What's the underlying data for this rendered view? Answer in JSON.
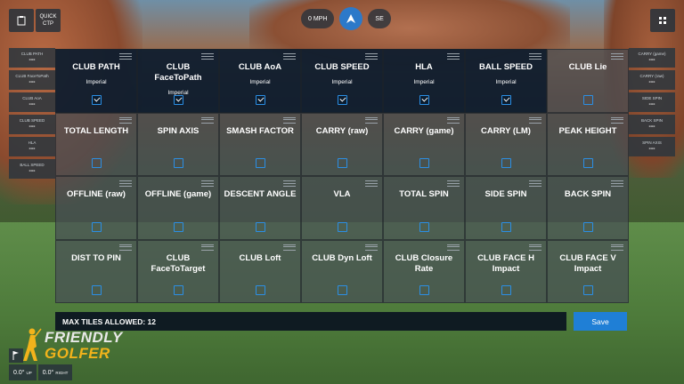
{
  "top": {
    "quick_ctp": "QUICK CTP",
    "wind_speed": "0 MPH",
    "wind_direction": "SE"
  },
  "left_panel": [
    {
      "label": "CLUB PATH",
      "value": "---"
    },
    {
      "label": "CLUB FaceToPath",
      "value": "---"
    },
    {
      "label": "CLUB AoA",
      "value": "---"
    },
    {
      "label": "CLUB SPEED",
      "value": "---"
    },
    {
      "label": "HLA",
      "value": "---"
    },
    {
      "label": "BALL SPEED",
      "value": "---"
    }
  ],
  "right_panel": [
    {
      "label": "CARRY (game)",
      "value": "---"
    },
    {
      "label": "CARRY (raw)",
      "value": "---"
    },
    {
      "label": "SIDE SPIN",
      "value": "---"
    },
    {
      "label": "BACK SPIN",
      "value": "---"
    },
    {
      "label": "SPIN AXIS",
      "value": "---"
    }
  ],
  "tiles": [
    {
      "title": "CLUB PATH",
      "unit": "Imperial",
      "checked": true
    },
    {
      "title": "CLUB FaceToPath",
      "unit": "Imperial",
      "checked": true
    },
    {
      "title": "CLUB AoA",
      "unit": "Imperial",
      "checked": true
    },
    {
      "title": "CLUB SPEED",
      "unit": "Imperial",
      "checked": true
    },
    {
      "title": "HLA",
      "unit": "Imperial",
      "checked": true
    },
    {
      "title": "BALL SPEED",
      "unit": "Imperial",
      "checked": true
    },
    {
      "title": "CLUB Lie",
      "unit": "",
      "checked": false
    },
    {
      "title": "TOTAL LENGTH",
      "unit": "",
      "checked": false
    },
    {
      "title": "SPIN AXIS",
      "unit": "",
      "checked": false
    },
    {
      "title": "SMASH FACTOR",
      "unit": "",
      "checked": false
    },
    {
      "title": "CARRY (raw)",
      "unit": "",
      "checked": false
    },
    {
      "title": "CARRY (game)",
      "unit": "",
      "checked": false
    },
    {
      "title": "CARRY (LM)",
      "unit": "",
      "checked": false
    },
    {
      "title": "PEAK HEIGHT",
      "unit": "",
      "checked": false
    },
    {
      "title": "OFFLINE (raw)",
      "unit": "",
      "checked": false
    },
    {
      "title": "OFFLINE (game)",
      "unit": "",
      "checked": false
    },
    {
      "title": "DESCENT ANGLE",
      "unit": "",
      "checked": false
    },
    {
      "title": "VLA",
      "unit": "",
      "checked": false
    },
    {
      "title": "TOTAL SPIN",
      "unit": "",
      "checked": false
    },
    {
      "title": "SIDE SPIN",
      "unit": "",
      "checked": false
    },
    {
      "title": "BACK SPIN",
      "unit": "",
      "checked": false
    },
    {
      "title": "DIST TO PIN",
      "unit": "",
      "checked": false
    },
    {
      "title": "CLUB FaceToTarget",
      "unit": "",
      "checked": false
    },
    {
      "title": "CLUB Loft",
      "unit": "",
      "checked": false
    },
    {
      "title": "CLUB Dyn Loft",
      "unit": "",
      "checked": false
    },
    {
      "title": "CLUB Closure Rate",
      "unit": "",
      "checked": false
    },
    {
      "title": "CLUB FACE H Impact",
      "unit": "",
      "checked": false
    },
    {
      "title": "CLUB FACE V Impact",
      "unit": "",
      "checked": false
    }
  ],
  "footer": {
    "max_tiles_label": "MAX TILES ALLOWED: 12",
    "save_label": "Save"
  },
  "logo": {
    "line1": "FRIENDLY",
    "line2": "GOLFER"
  },
  "bottom_left": {
    "up_value": "0.0°",
    "up_label": "UP",
    "right_value": "0.0°",
    "right_label": "RIGHT"
  }
}
